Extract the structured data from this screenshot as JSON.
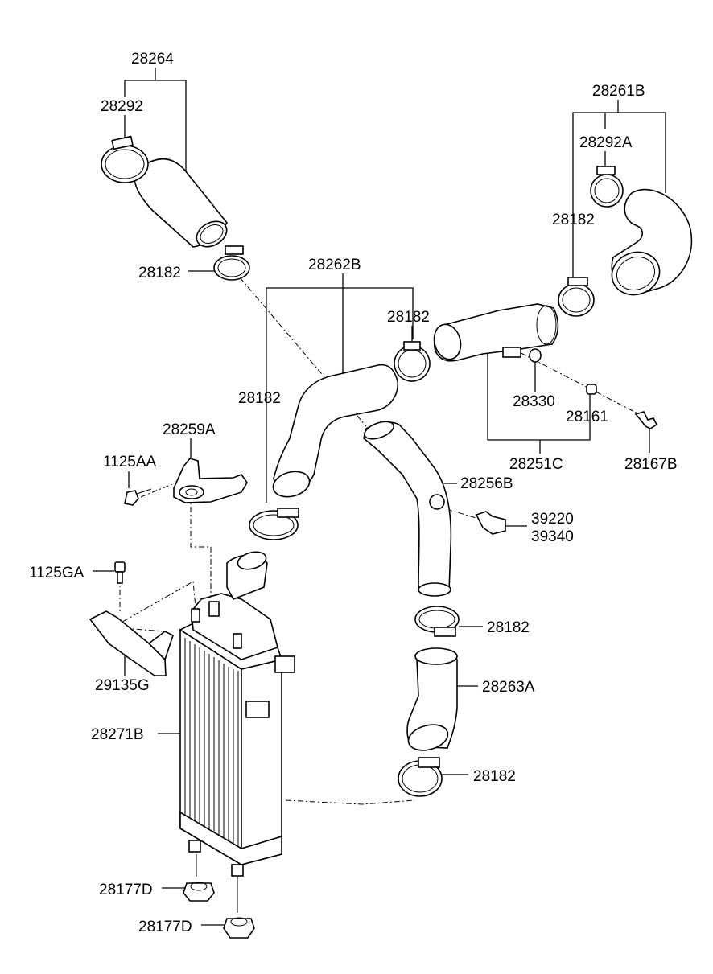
{
  "labels": {
    "p28264": "28264",
    "p28292": "28292",
    "p28182_a": "28182",
    "p28262B": "28262B",
    "p28182_b": "28182",
    "p28182_c": "28182",
    "p28261B": "28261B",
    "p28292A": "28292A",
    "p28182_d": "28182",
    "p28330": "28330",
    "p28161": "28161",
    "p28251C": "28251C",
    "p28167B": "28167B",
    "p28259A": "28259A",
    "p1125AA": "1125AA",
    "p28256B": "28256B",
    "p39220": "39220",
    "p39340": "39340",
    "p1125GA": "1125GA",
    "p28182_e": "28182",
    "p29135G": "29135G",
    "p28263A": "28263A",
    "p28271B": "28271B",
    "p28182_f": "28182",
    "p28177D_a": "28177D",
    "p28177D_b": "28177D"
  }
}
